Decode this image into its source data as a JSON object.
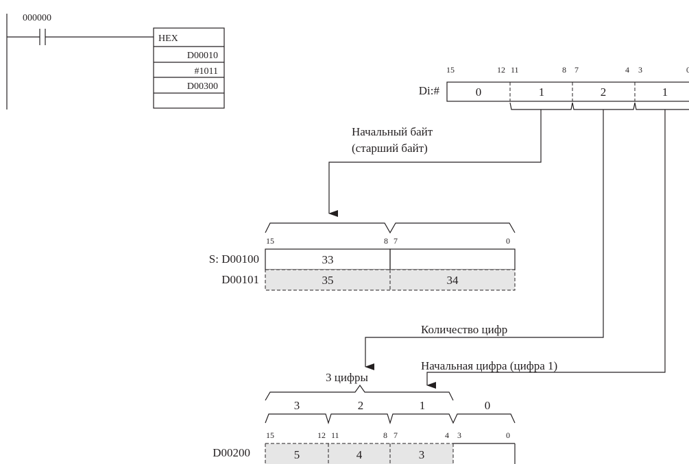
{
  "ladder": {
    "contact_address": "000000",
    "instruction": {
      "name": "HEX",
      "operands": [
        "D00010",
        "#1011",
        "D00300"
      ]
    }
  },
  "di": {
    "label": "Di:#",
    "bit_labels": [
      "15",
      "12",
      "11",
      "8",
      "7",
      "4",
      "3",
      "0"
    ],
    "digits": [
      "0",
      "1",
      "2",
      "1"
    ]
  },
  "annotations": {
    "start_byte": "Начальный байт",
    "start_byte_sub": "(старший байт)",
    "digit_count": "Количество цифр",
    "start_digit": "Начальная цифра (цифра 1)",
    "three_digits": "3 цифры"
  },
  "source": {
    "bit_labels": [
      "15",
      "8",
      "7",
      "0"
    ],
    "rows": [
      {
        "label": "S: D00100",
        "high": "33",
        "low": ""
      },
      {
        "label": "D00101",
        "high": "35",
        "low": "34"
      }
    ]
  },
  "dest": {
    "label": "D00200",
    "digit_numbers": [
      "3",
      "2",
      "1",
      "0"
    ],
    "bit_labels": [
      "15",
      "12",
      "11",
      "8",
      "7",
      "4",
      "3",
      "0"
    ],
    "values": [
      "5",
      "4",
      "3",
      ""
    ]
  },
  "colors": {
    "shade": "#e6e6e6",
    "ink": "#231f20"
  }
}
